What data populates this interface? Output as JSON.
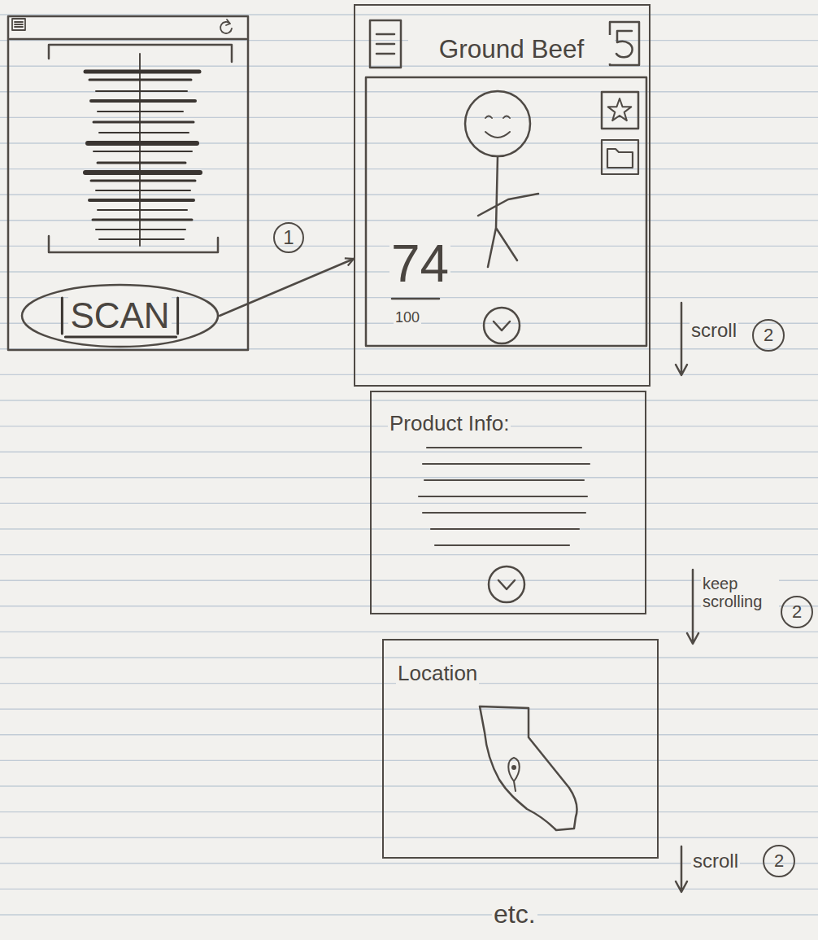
{
  "diagram": {
    "nodes": [
      {
        "text": [
          "SCAN"
        ]
      },
      {
        "text": [
          "Ground Beef",
          "74",
          "100"
        ]
      },
      {
        "text": [
          "Product Info:"
        ]
      },
      {
        "text": [
          "Location"
        ]
      }
    ],
    "edges": [
      {
        "from": 0,
        "to": 1,
        "arrow": "to"
      }
    ],
    "labels": [
      "1",
      "scroll",
      "2",
      "keep scrolling",
      "2",
      "scroll",
      "2",
      "etc."
    ]
  }
}
